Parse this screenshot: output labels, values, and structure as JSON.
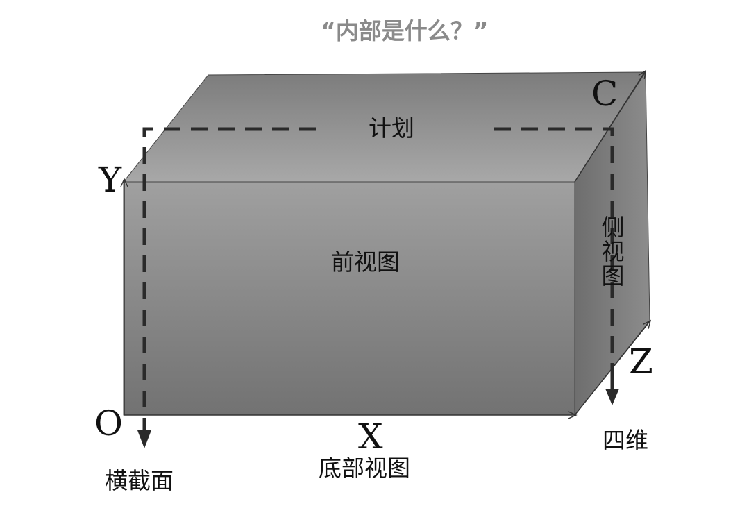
{
  "title": "“内部是什么？”",
  "faces": {
    "top": "计划",
    "front": "前视图",
    "side": "侧视图",
    "bottom": "底部视图"
  },
  "axes": {
    "origin": "O",
    "x": "X",
    "y": "Y",
    "z": "Z",
    "c": "C"
  },
  "sections": {
    "cross_section": "横截面",
    "fourth_dimension": "四维"
  },
  "colors": {
    "front_light": "#a0a0a0",
    "front_dark": "#727272",
    "top_light": "#7c7c7c",
    "top_dark": "#a8a8a8",
    "side_light": "#6e6e6e",
    "side_dark": "#8c8c8c",
    "edge": "#333333",
    "dash": "#2a2a2a",
    "title": "#8a8a8a"
  }
}
